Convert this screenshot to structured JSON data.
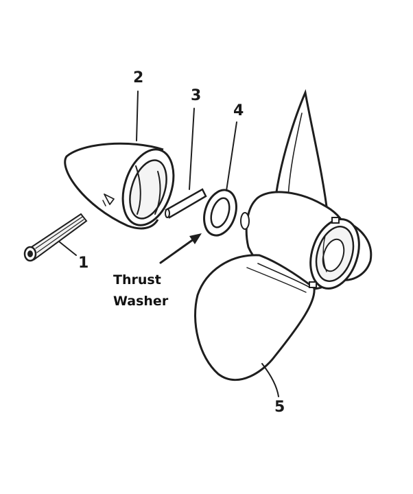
{
  "callouts": {
    "bolt": "1",
    "cone": "2",
    "sleeve": "3",
    "washer": "4",
    "propeller": "5"
  },
  "annotation": {
    "line1": "Thrust",
    "line2": "Washer"
  }
}
